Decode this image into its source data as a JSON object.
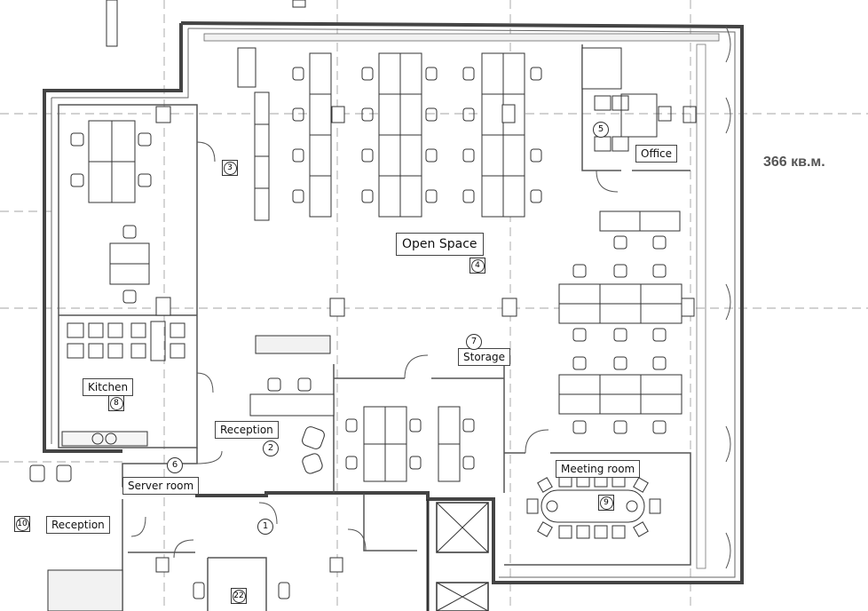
{
  "area_label": "366 кв.м.",
  "rooms": {
    "open_space": "Open Space",
    "office": "Office",
    "storage": "Storage",
    "kitchen": "Kitchen",
    "reception": "Reception",
    "server_room": "Server room",
    "meeting_room": "Meeting room",
    "reception_lobby": "Reception"
  },
  "markers": {
    "m1": "1",
    "m2": "2",
    "m3": "3",
    "m4": "4",
    "m5": "5",
    "m6": "6",
    "m7": "7",
    "m8": "8",
    "m9": "9",
    "m10": "10",
    "m22": "22"
  }
}
